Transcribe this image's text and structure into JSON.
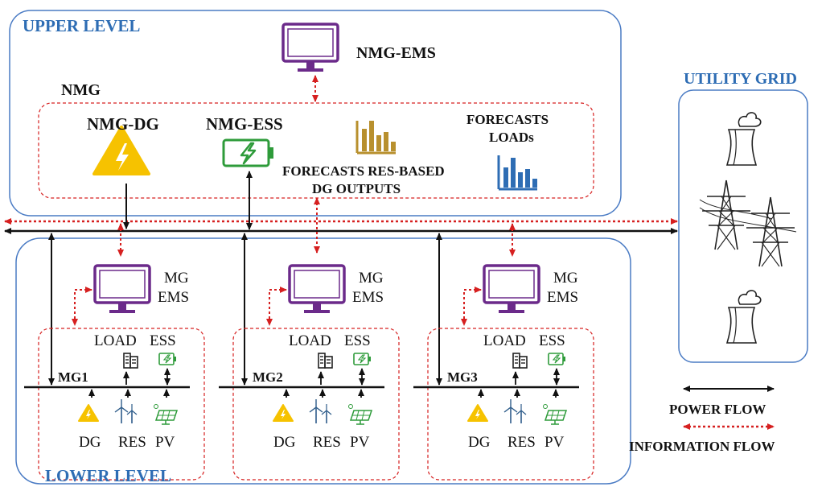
{
  "levels": {
    "upper_title": "UPPER LEVEL",
    "lower_title": "LOWER LEVEL",
    "utility_title": "UTILITY GRID"
  },
  "upper": {
    "ems_label": "NMG-EMS",
    "nmg_label": "NMG",
    "dg_label": "NMG-DG",
    "ess_label": "NMG-ESS",
    "forecast_res_line1": "FORECASTS RES-BASED",
    "forecast_res_line2": "DG OUTPUTS",
    "forecast_loads_line1": "FORECASTS",
    "forecast_loads_line2": "LOADs"
  },
  "microgrids": [
    {
      "name": "MG1",
      "ems_line1": "MG",
      "ems_line2": "EMS",
      "load": "LOAD",
      "ess": "ESS",
      "dg": "DG",
      "res": "RES",
      "pv": "PV"
    },
    {
      "name": "MG2",
      "ems_line1": "MG",
      "ems_line2": "EMS",
      "load": "LOAD",
      "ess": "ESS",
      "dg": "DG",
      "res": "RES",
      "pv": "PV"
    },
    {
      "name": "MG3",
      "ems_line1": "MG",
      "ems_line2": "EMS",
      "load": "LOAD",
      "ess": "ESS",
      "dg": "DG",
      "res": "RES",
      "pv": "PV"
    }
  ],
  "legend": {
    "power_flow": "POWER FLOW",
    "information_flow": "INFORMATION FLOW"
  },
  "colors": {
    "accent_blue": "#2E6DB4",
    "info_red": "#D62020",
    "ess_green": "#2E9B3A",
    "dg_yellow": "#F6C200",
    "chart_gold": "#B8902E"
  }
}
